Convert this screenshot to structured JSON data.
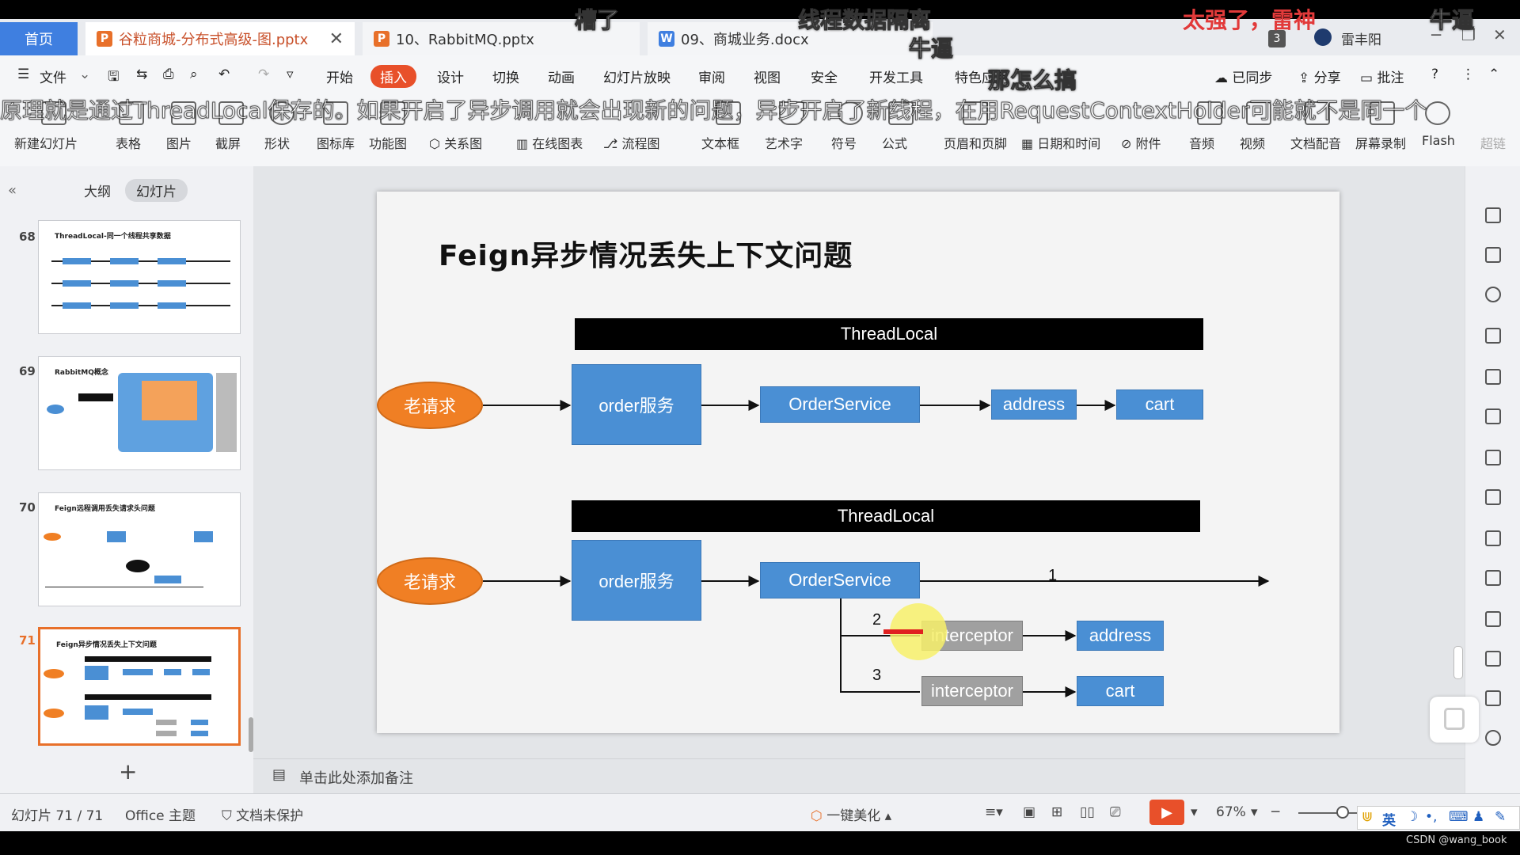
{
  "tabs": {
    "home": "首页",
    "doc1": "谷粒商城-分布式高级-图.pptx",
    "doc2": "10、RabbitMQ.pptx",
    "doc3": "09、商城业务.docx",
    "badge": "3",
    "user": "雷丰阳"
  },
  "danmaku": {
    "d1": "槽了",
    "d2": "线程数据隔离",
    "d3": "牛逼",
    "d4": "太强了，雷神",
    "d5": "牛逼",
    "d6": "那怎么搞",
    "d7": "原理就是通过ThreadLocal保存的。如果开启了异步调用就会出现新的问题，异步开启了新线程，在用RequestContextHolder可能就不是同一个"
  },
  "menu": {
    "file": "文件",
    "items": [
      "开始",
      "插入",
      "设计",
      "切换",
      "动画",
      "幻灯片放映",
      "审阅",
      "视图",
      "安全",
      "开发工具",
      "特色应用"
    ],
    "sync": "已同步",
    "share": "分享",
    "comment": "批注"
  },
  "ribbon": {
    "items": [
      "新建幻灯片",
      "表格",
      "图片",
      "截屏",
      "形状",
      "图标库",
      "功能图",
      "关系图",
      "在线图表",
      "流程图",
      "文本框",
      "艺术字",
      "符号",
      "公式",
      "页眉和页脚",
      "日期和时间",
      "附件",
      "音频",
      "视频",
      "文档配音",
      "屏幕录制",
      "Flash",
      "超链"
    ]
  },
  "leftpanel": {
    "outline": "大纲",
    "slides": "幻灯片",
    "thumbs": [
      {
        "num": "68",
        "title": "ThreadLocal-同一个线程共享数据"
      },
      {
        "num": "69",
        "title": "RabbitMQ概念"
      },
      {
        "num": "70",
        "title": "Feign远程调用丢失请求头问题"
      },
      {
        "num": "71",
        "title": "Feign异步情况丢失上下文问题"
      }
    ]
  },
  "slide": {
    "title": "Feign异步情况丢失上下文问题",
    "threadlocal": "ThreadLocal",
    "old_request": "老请求",
    "order_service_cn": "order服务",
    "order_service": "OrderService",
    "address": "address",
    "cart": "cart",
    "interceptor": "interceptor",
    "n1": "1",
    "n2": "2",
    "n3": "3"
  },
  "notes": "单击此处添加备注",
  "status": {
    "slide_count": "幻灯片 71 / 71",
    "theme": "Office 主题",
    "protect": "文档未保护",
    "beautify": "一键美化",
    "zoom": "67%",
    "ime": "英",
    "watermark": "CSDN @wang_book"
  },
  "colors": {
    "accent": "#e8502a",
    "box_blue": "#4a8fd4",
    "oval_orange": "#f07f24",
    "interceptor_gray": "#a0a0a0"
  }
}
